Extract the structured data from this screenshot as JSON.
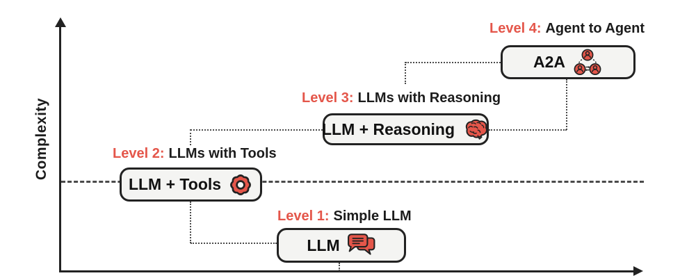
{
  "diagram": {
    "y_axis_label": "Complexity",
    "levels": [
      {
        "label_prefix": "Level 1:",
        "label_text": "Simple LLM",
        "box_text": "LLM",
        "icon": "chat-bubbles-icon"
      },
      {
        "label_prefix": "Level 2:",
        "label_text": "LLMs with Tools",
        "box_text": "LLM + Tools",
        "icon": "gear-icon"
      },
      {
        "label_prefix": "Level 3:",
        "label_text": "LLMs with Reasoning",
        "box_text": "LLM + Reasoning",
        "icon": "brain-icon"
      },
      {
        "label_prefix": "Level 4:",
        "label_text": "Agent to Agent",
        "box_text": "A2A",
        "icon": "agents-network-icon"
      }
    ],
    "colors": {
      "accent_red": "#E4564A",
      "box_fill": "#f4f4f2",
      "box_border": "#222222",
      "axis": "#222222",
      "dashed_line": "#4a4a4a",
      "dotted_connector": "#4a4a4a"
    }
  }
}
